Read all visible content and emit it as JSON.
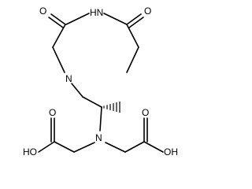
{
  "molecule": {
    "atom_labels": {
      "imide_nitrogen": "HN",
      "carbonyl_oxygen_left": "O",
      "carbonyl_oxygen_right": "O",
      "ring_nitrogen": "N",
      "amine_nitrogen": "N",
      "acid_left_hydroxyl": "HO",
      "acid_left_oxygen": "O",
      "acid_right_oxygen": "O",
      "acid_right_hydroxyl": "OH"
    },
    "stereo_center": "hashed-wedge",
    "colors": {
      "bond": "#000000",
      "text": "#000000",
      "background": "#ffffff"
    }
  }
}
